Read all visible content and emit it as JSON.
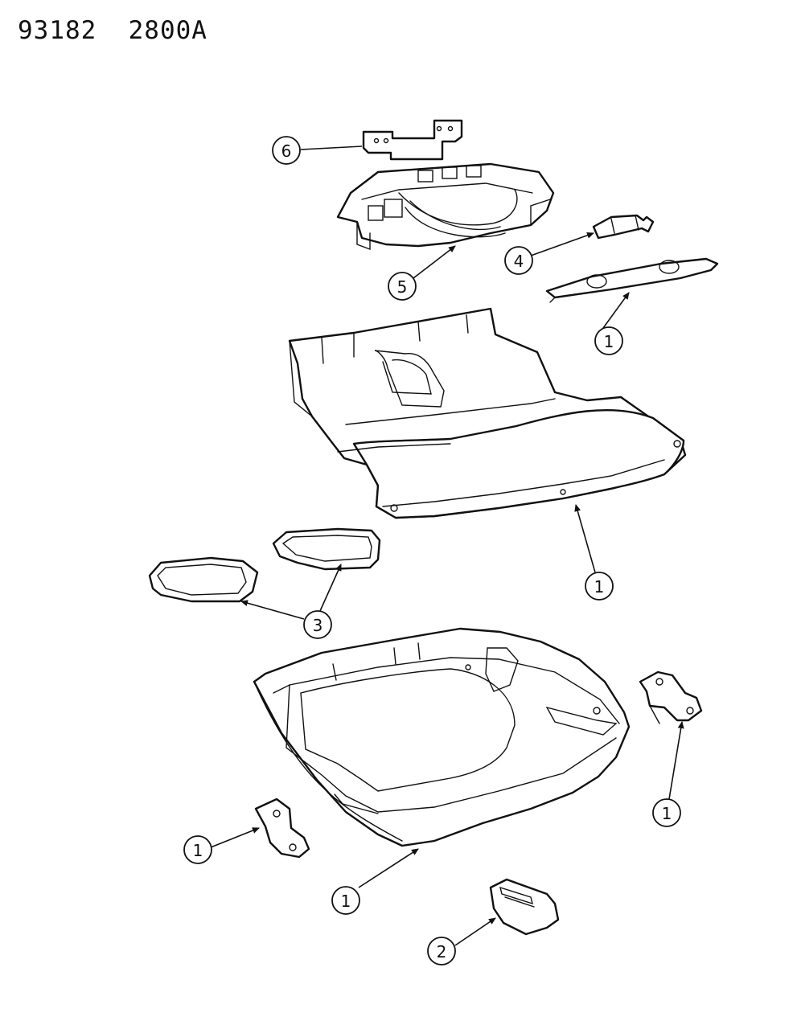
{
  "figure_code": "93182  2800A",
  "callouts": [
    {
      "id": "c6",
      "number": "6"
    },
    {
      "id": "c5",
      "number": "5"
    },
    {
      "id": "c4",
      "number": "4"
    },
    {
      "id": "c1a",
      "number": "1"
    },
    {
      "id": "c1b",
      "number": "1"
    },
    {
      "id": "c3",
      "number": "3"
    },
    {
      "id": "c1c",
      "number": "1"
    },
    {
      "id": "c1d",
      "number": "1"
    },
    {
      "id": "c1e",
      "number": "1"
    },
    {
      "id": "c2",
      "number": "2"
    }
  ]
}
